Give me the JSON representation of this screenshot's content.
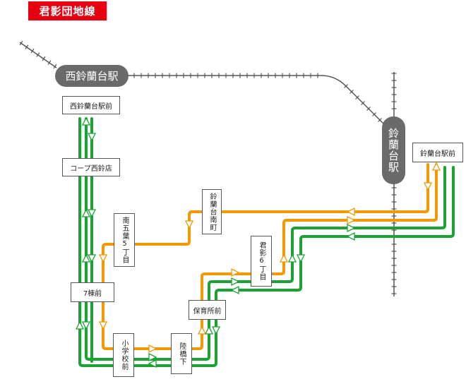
{
  "title": "君影団地線",
  "colors": {
    "title_bg": "#e60012",
    "route_orange": "#f39800",
    "route_green": "#1aa332",
    "station_fill": "#6a6a6a",
    "rail": "#555555"
  },
  "rail_stations": [
    {
      "id": "nishi",
      "name": "西鈴蘭台駅"
    },
    {
      "id": "suzu",
      "name": "鈴蘭台駅"
    }
  ],
  "bus_stops": [
    {
      "id": "nishi_mae",
      "name": "西鈴蘭台駅前"
    },
    {
      "id": "coop",
      "name": "コープ西鈴店"
    },
    {
      "id": "minami5",
      "name": "南五葉5丁目"
    },
    {
      "id": "suzu_minami",
      "name": "鈴蘭台南町"
    },
    {
      "id": "7tou",
      "name": "7棟前"
    },
    {
      "id": "kimikage6",
      "name": "君影6丁目"
    },
    {
      "id": "hoiku",
      "name": "保育所前"
    },
    {
      "id": "shogakko",
      "name": "小学校前"
    },
    {
      "id": "rikkyo",
      "name": "陸橋下"
    },
    {
      "id": "suzu_mae",
      "name": "鈴蘭台駅前"
    }
  ],
  "routes": [
    {
      "id": "orange-1",
      "color": "orange",
      "description": "鈴蘭台駅前 → 鈴蘭台南町 → 南五葉5丁目 → 7棟前 → 小学校前 → 陸橋下 → 保育所前 → 君影6丁目 → 鈴蘭台駅前"
    },
    {
      "id": "green-1",
      "color": "green",
      "description": "鈴蘭台駅前 ⇄ 君影6丁目 ⇄ 保育所前 ⇄ 陸橋下 ⇄ 小学校前 ⇄ 7棟前 ⇄ コープ西鈴店 ⇄ 西鈴蘭台駅前"
    }
  ]
}
